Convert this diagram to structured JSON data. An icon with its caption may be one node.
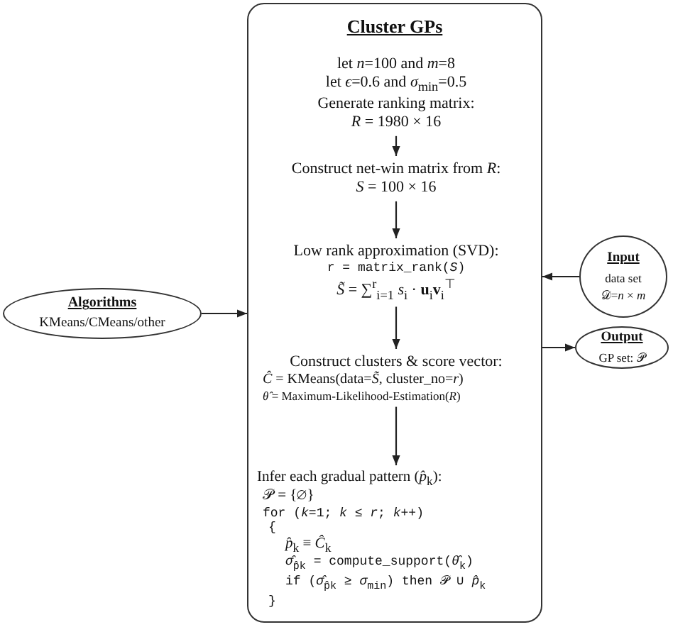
{
  "diagram": {
    "nodes": [
      {
        "text": [
          "Cluster GPs"
        ]
      },
      {
        "text": [
          "let *n*=100 and *m*=8",
          "let *ϵ*=0.6 and *σ*$_{min}$=0.5",
          "Generate ranking matrix:",
          "*R*  =  1980 × 16"
        ],
        "in": 0
      },
      {
        "text": [
          "Construct net-win matrix from *R*:",
          "*S*  =  100 × 16"
        ],
        "in": 0
      },
      {
        "text": [
          "Low rank approximation (SVD):",
          "r  =  matrix_rank(*S*)",
          "*S̃*  =  ∑$^{r}$$_{i=1}$ *s*$_{i}$ · **u**$_{i}$**v**$_{i}$$^{⊤}$"
        ],
        "in": 0
      },
      {
        "text": [
          "Construct clusters & score vector:",
          "*Ĉ* = KMeans(data=*S̃*, cluster_no=*r*)",
          "*θ̂* = Maximum-Likelihood-Estimation(*R*)"
        ],
        "in": 0
      },
      {
        "text": [
          "Infer each gradual pattern (*p̂*$_{k}$):",
          "𝒫 = {∅}",
          "for (*k*=1; *k* ≤ *r*; *k*++)",
          "{",
          "*p̂*$_{k}$ ≡ *Ĉ*$_{k}$",
          "*σ̂*$_{p̂k}$ = compute_support(*θ̂*$_{k}$)",
          "if (*σ̂*$_{p̂k}$ ≥ *σ*$_{min}$) then 𝒫 ∪ *p̂*$_{k}$",
          "}"
        ],
        "in": 0
      },
      {
        "text": [
          "Algorithms",
          "KMeans/CMeans/other"
        ]
      },
      {
        "text": [
          "Input",
          "data set",
          "𝒟=*n* × *m*"
        ]
      },
      {
        "text": [
          "Output",
          "GP set: 𝒫"
        ]
      }
    ],
    "edges": [
      {
        "from": 1,
        "to": 2,
        "arrow": "to"
      },
      {
        "from": 2,
        "to": 3,
        "arrow": "to"
      },
      {
        "from": 3,
        "to": 4,
        "arrow": "to"
      },
      {
        "from": 4,
        "to": 5,
        "arrow": "to"
      },
      {
        "from": 6,
        "to": 0,
        "arrow": "to"
      },
      {
        "from": 7,
        "to": 0,
        "arrow": "to"
      },
      {
        "from": 0,
        "to": 8,
        "arrow": "to"
      }
    ]
  }
}
